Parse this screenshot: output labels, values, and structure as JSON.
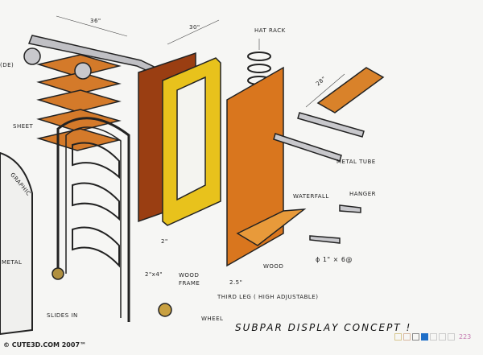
{
  "labels": {
    "dim_36": "36\"",
    "dim_30": "30\"",
    "dim_28": "28\"",
    "hat_rack": "HAT RACK",
    "metal_tube": "METAL TUBE",
    "waterfall": "WATERFALL",
    "hanger": "HANGER",
    "sheet": "SHEET",
    "side": "(DE)",
    "graphic": "GRAPHIC",
    "metal": "METAL",
    "size_2x4": "2\"x4\"",
    "wood_frame_1": "WOOD",
    "wood_frame_2": "FRAME",
    "wood": "WOOD",
    "dim_2": "2\"",
    "dim_25": "2.5\"",
    "third_leg": "THIRD LEG  ( HIGH ADJUSTABLE)",
    "bolt_spec": "ϕ 1\"  × 6@",
    "slides_in": "SLIDES IN",
    "wheel": "WHEEL"
  },
  "title": "SUBPAR DISPLAY CONCEPT !",
  "watermark": "© CUTE3D.COM 2007™",
  "page_number": "223",
  "colors": {
    "wood_dark": "#9a3e12",
    "wood": "#d9761e",
    "wood_light": "#e89a3a",
    "yellow": "#e8c21c",
    "metal": "#b8b8bc",
    "blue": "#1f6fc8"
  }
}
